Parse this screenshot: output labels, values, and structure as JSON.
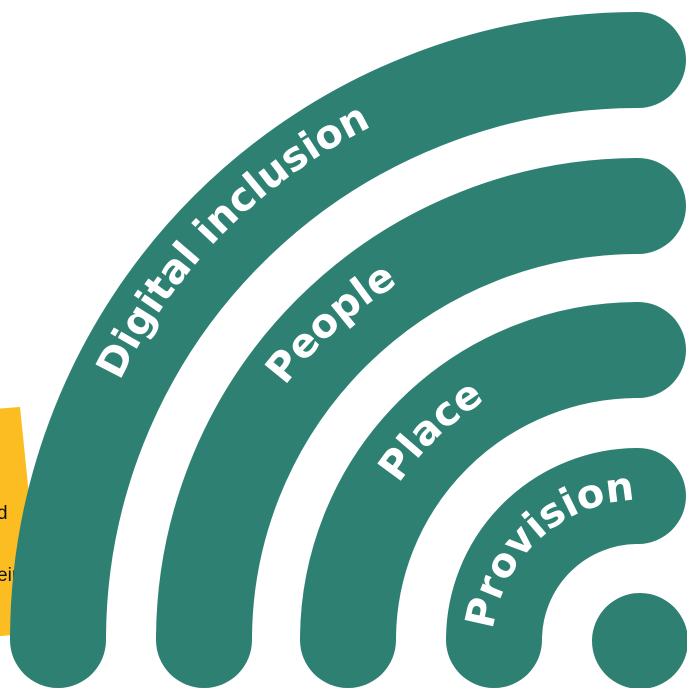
{
  "colors": {
    "arc": "#2e8172",
    "label": "#ffffff",
    "note": "#fbbd22",
    "note_text": "#111111",
    "background": "#ffffff"
  },
  "layers": [
    {
      "id": "digital-inclusion",
      "label": "Digital inclusion"
    },
    {
      "id": "people",
      "label": "People"
    },
    {
      "id": "place",
      "label": "Place"
    },
    {
      "id": "provision",
      "label": "Provision"
    }
  ],
  "sticky_note": {
    "fragments": [
      "d",
      "eir"
    ]
  }
}
